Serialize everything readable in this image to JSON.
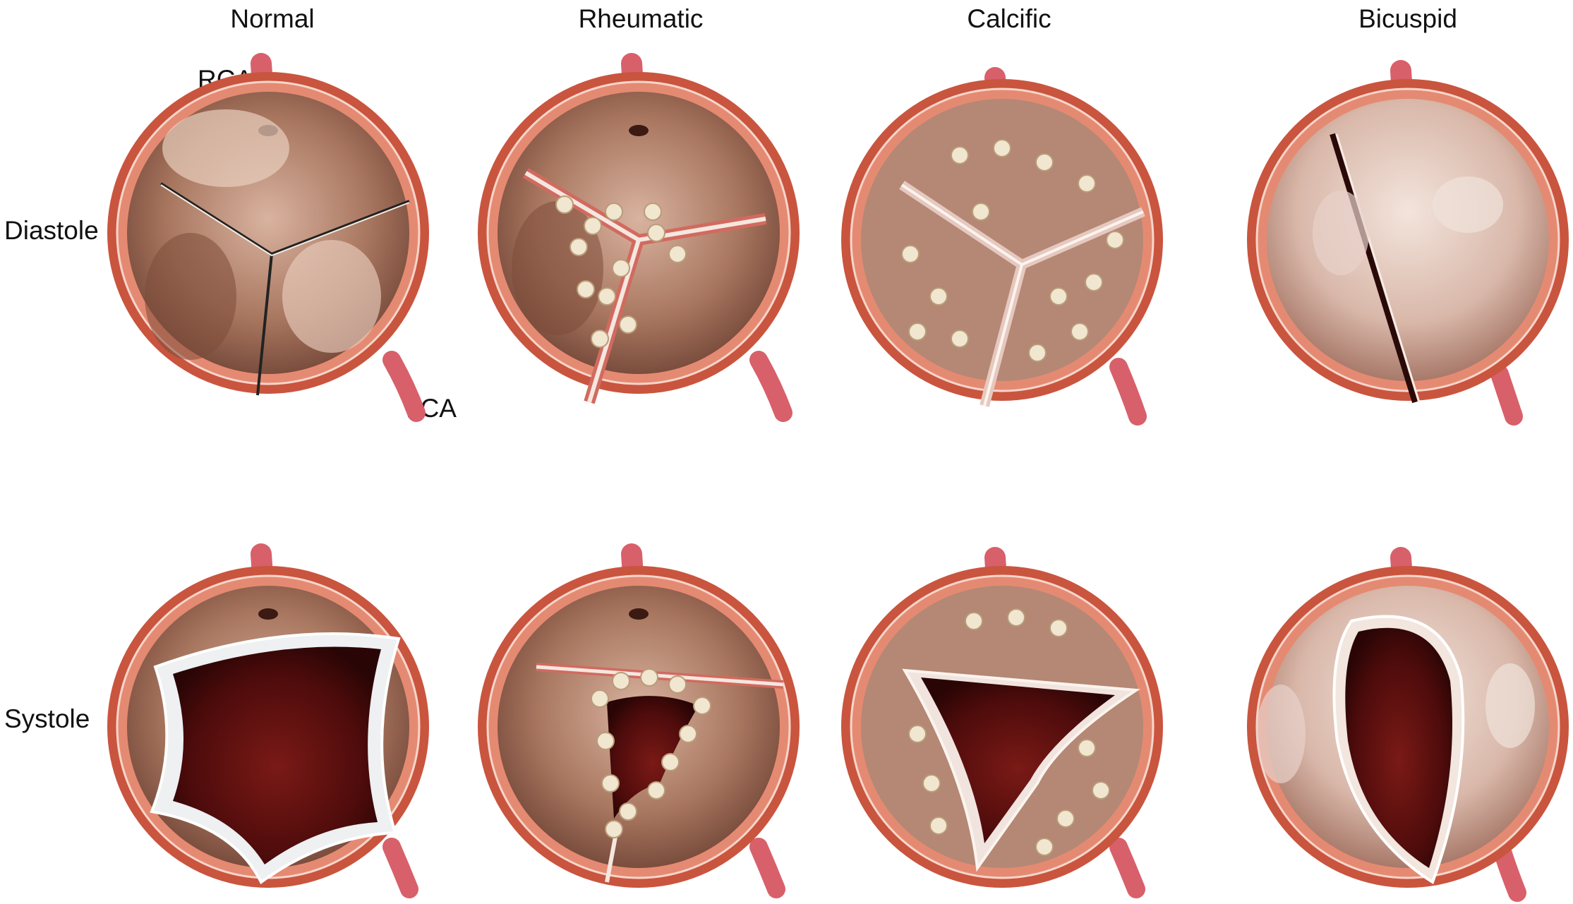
{
  "columns": [
    {
      "key": "normal",
      "label": "Normal"
    },
    {
      "key": "rheumatic",
      "label": "Rheumatic"
    },
    {
      "key": "calcific",
      "label": "Calcific"
    },
    {
      "key": "bicuspid",
      "label": "Bicuspid"
    }
  ],
  "rows": [
    {
      "key": "diastole",
      "label": "Diastole"
    },
    {
      "key": "systole",
      "label": "Systole"
    }
  ],
  "annotations": {
    "rca": "RCA",
    "lca": "LCA"
  },
  "colors": {
    "wall": "#c9553f",
    "wall_inner": "#e07a63",
    "cavity": "#9a6a55",
    "orifice": "#5c0f0f",
    "leaflet": "#e9d6c8",
    "calcium": "#efe3c9",
    "artery": "#d8606a"
  }
}
